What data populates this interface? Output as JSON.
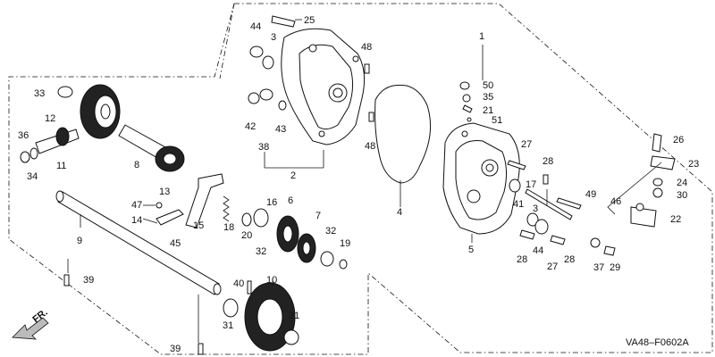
{
  "figure_code": "VA48–F0602A",
  "arrow_label": "FR.",
  "callouts": [
    "1",
    "2",
    "3",
    "3",
    "4",
    "5",
    "6",
    "7",
    "8",
    "9",
    "10",
    "11",
    "12",
    "13",
    "14",
    "15",
    "16",
    "17",
    "18",
    "19",
    "20",
    "21",
    "22",
    "23",
    "24",
    "25",
    "26",
    "27",
    "27",
    "28",
    "28",
    "28",
    "29",
    "30",
    "31",
    "31",
    "32",
    "32",
    "33",
    "34",
    "35",
    "36",
    "37",
    "38",
    "39",
    "39",
    "40",
    "41",
    "42",
    "43",
    "44",
    "44",
    "45",
    "46",
    "47",
    "48",
    "48",
    "49",
    "50",
    "51"
  ]
}
